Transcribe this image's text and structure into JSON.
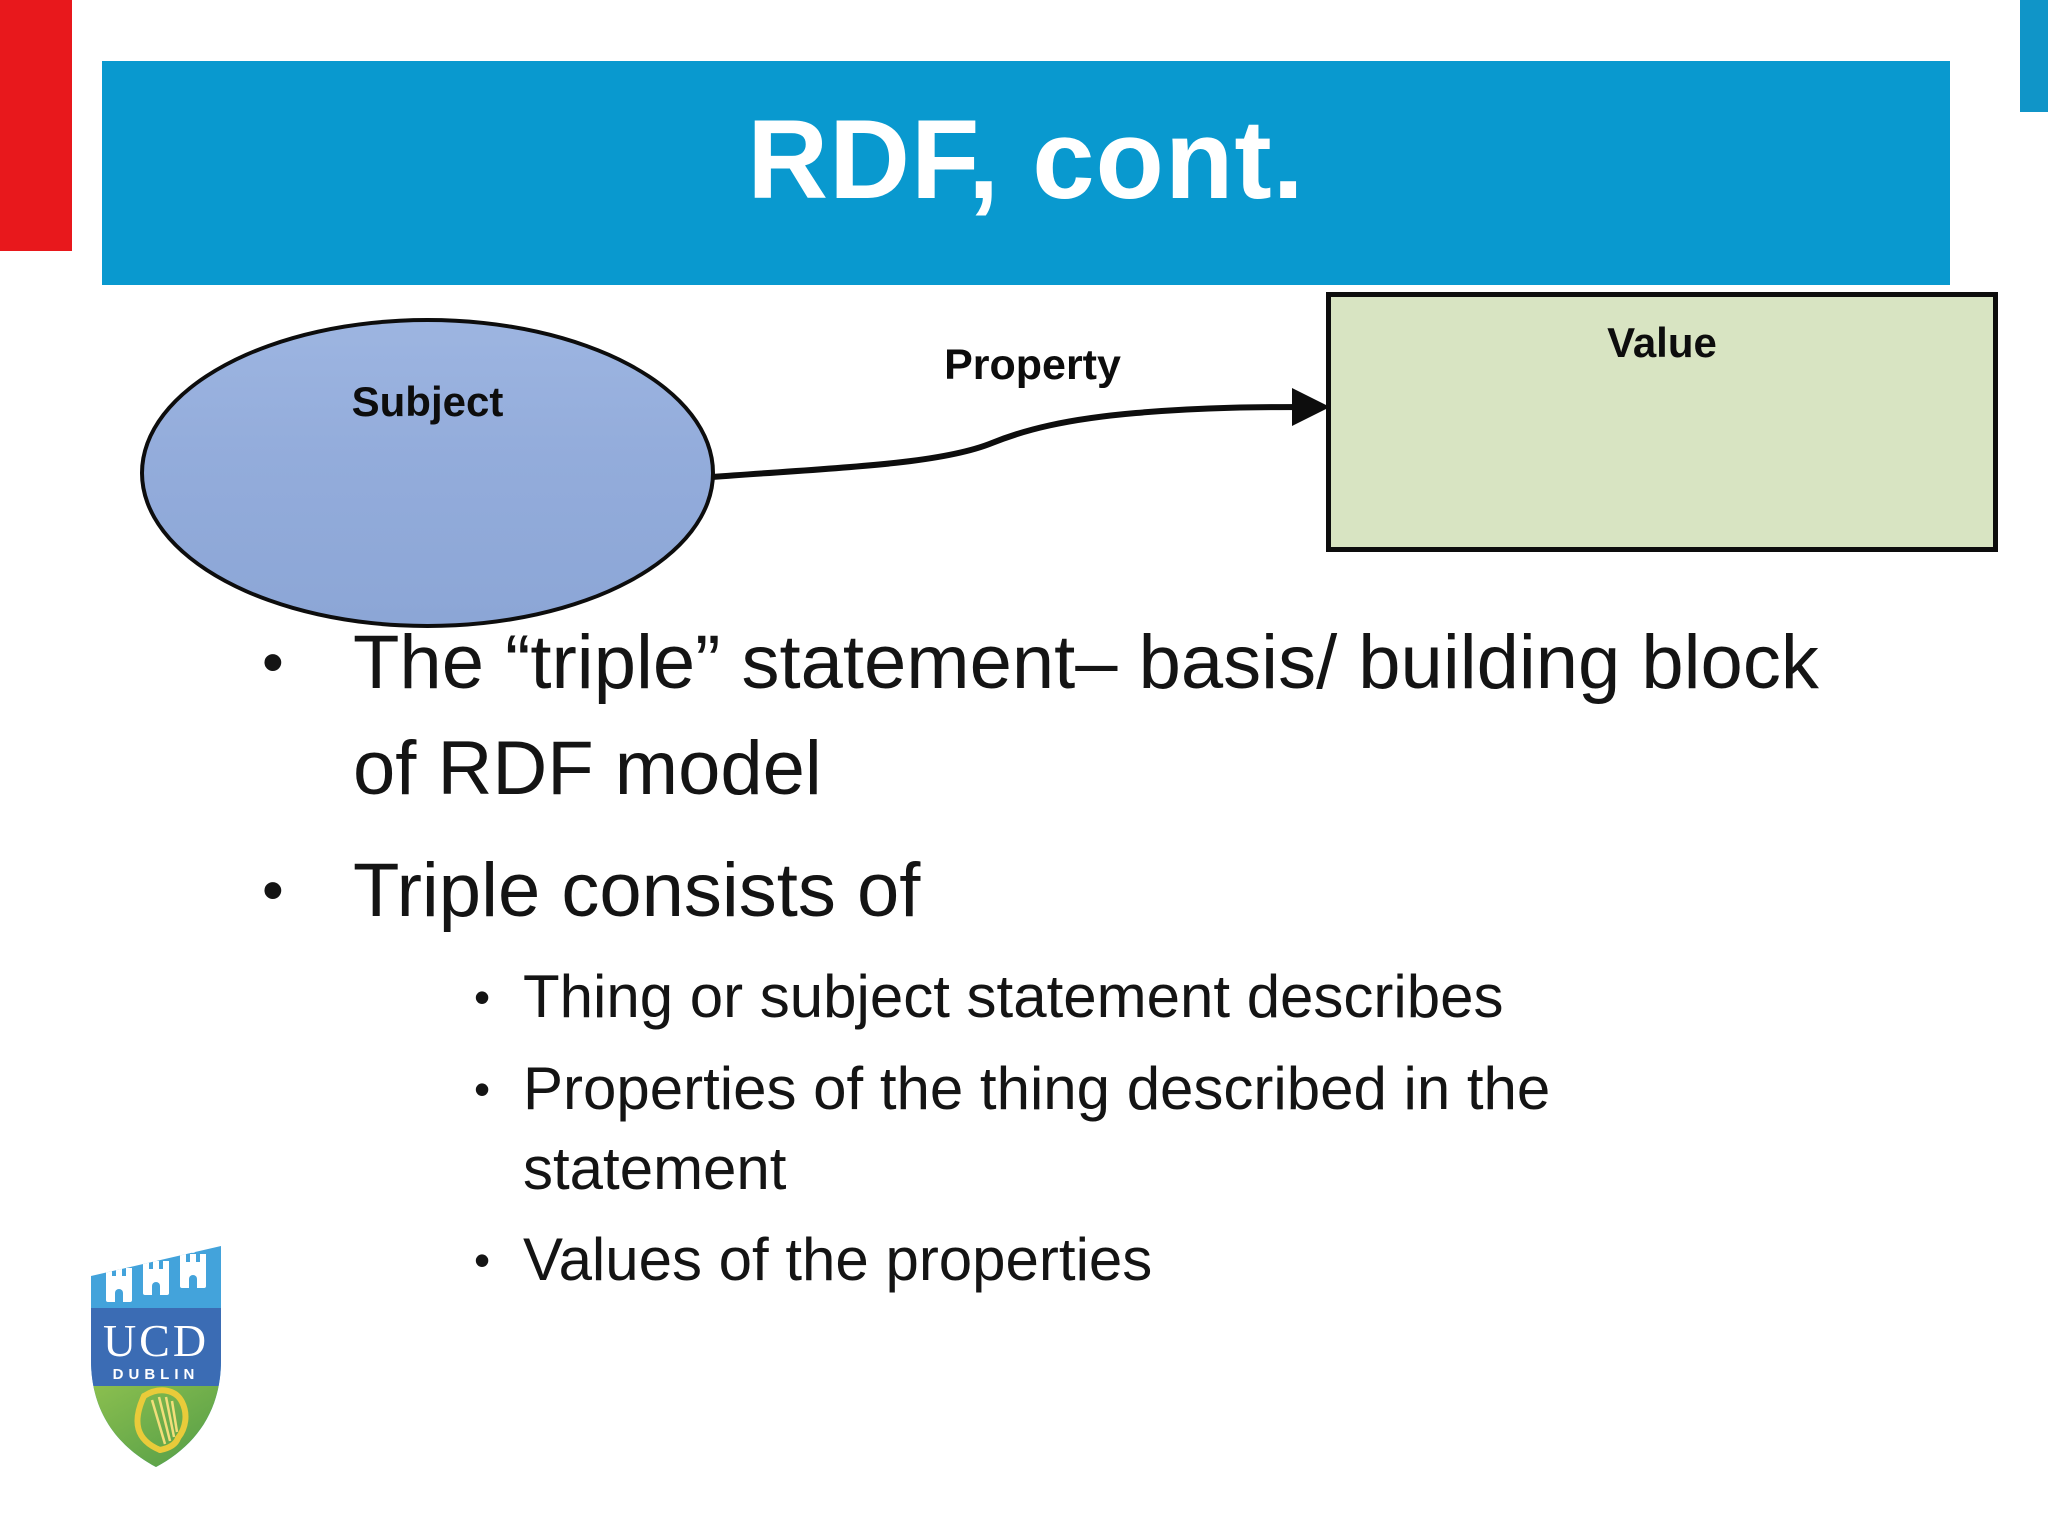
{
  "slide": {
    "title": "RDF, cont.",
    "diagram": {
      "subject_label": "Subject",
      "property_label": "Property",
      "value_label": "Value"
    },
    "bullets": {
      "b1": "The “triple” statement– basis/ building block of RDF model",
      "b2": "Triple consists of",
      "s1": "Thing or subject statement describes",
      "s2": "Properties of the thing described in the statement",
      "s3": "Values of the properties"
    },
    "logo": {
      "acronym": "UCD",
      "city": "DUBLIN"
    },
    "glyphs": {
      "bullet": "•"
    },
    "colors": {
      "banner_blue": "#0999CF",
      "subject_ellipse_fill": "#93ACDB",
      "value_box_fill": "#D8E4C2",
      "red_bar": "#E8181C",
      "teal_bar": "#1095C8",
      "crest_light_blue": "#43A3DB",
      "crest_royal_blue": "#3B6CB4",
      "crest_green": "#5FA449",
      "crest_gold": "#E9CB3A",
      "text": "#141414"
    }
  }
}
